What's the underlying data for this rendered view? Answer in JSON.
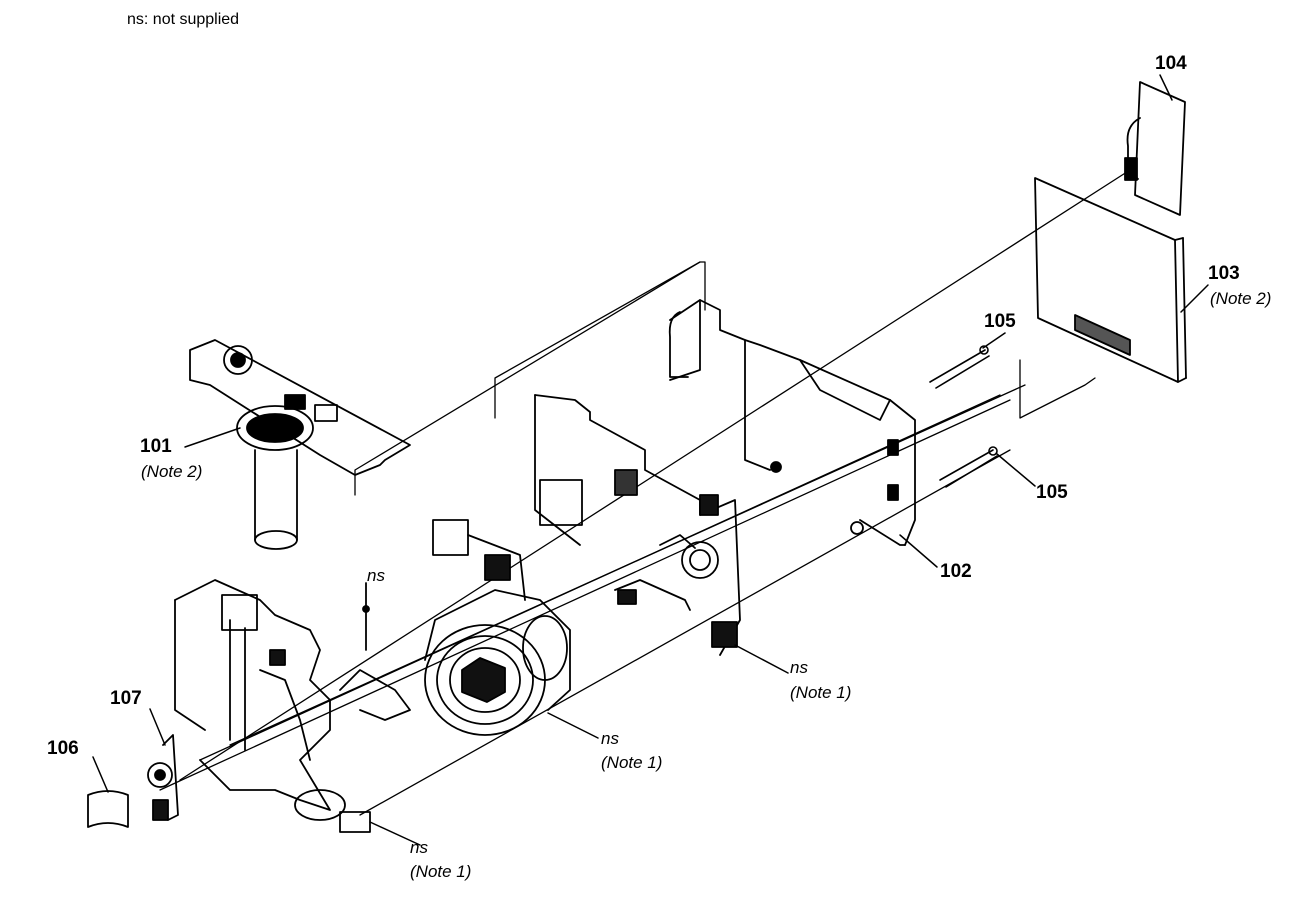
{
  "legend": "ns: not supplied",
  "callouts": {
    "p101": "101",
    "p101_note": "(Note 2)",
    "p102": "102",
    "p103": "103",
    "p103_note": "(Note 2)",
    "p104": "104",
    "p105_upper": "105",
    "p105_lower": "105",
    "p106": "106",
    "p107": "107",
    "ns_screw": "ns",
    "ns_right": "ns",
    "ns_right_note": "(Note 1)",
    "ns_lens": "ns",
    "ns_lens_note": "(Note 1)",
    "ns_bottom": "ns",
    "ns_bottom_note": "(Note 1)"
  },
  "colors": {
    "ink": "#000000",
    "paper": "#ffffff"
  }
}
